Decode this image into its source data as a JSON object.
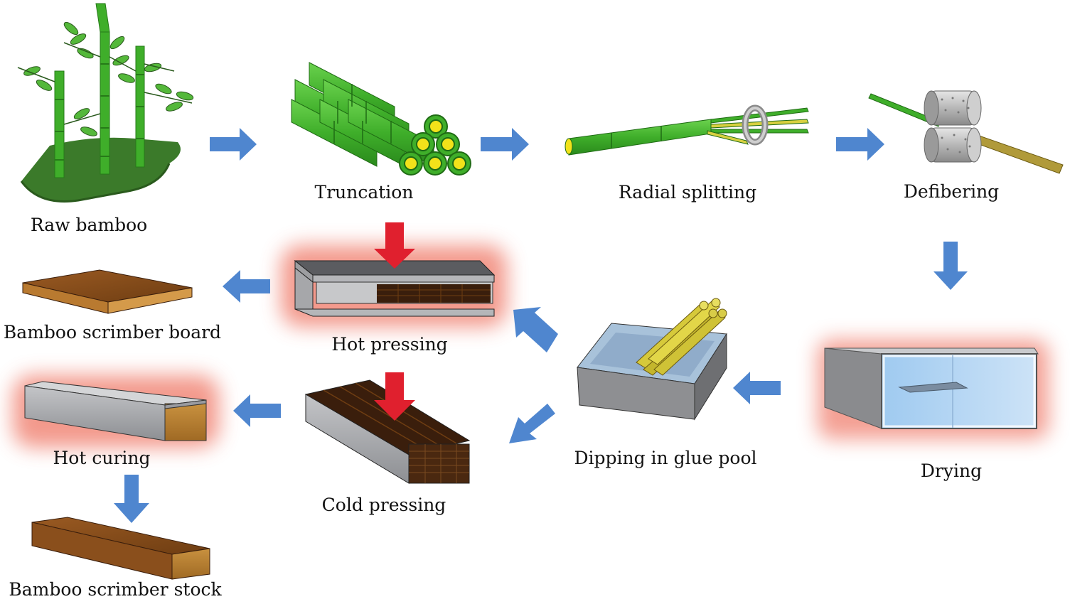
{
  "steps": {
    "raw_bamboo": "Raw bamboo",
    "truncation": "Truncation",
    "radial_splitting": "Radial splitting",
    "defibering": "Defibering",
    "drying": "Drying",
    "dipping": "Dipping in glue pool",
    "hot_pressing": "Hot pressing",
    "cold_pressing": "Cold pressing",
    "hot_curing": "Hot curing",
    "board": "Bamboo scrimber board",
    "stock": "Bamboo scrimber stock"
  },
  "colors": {
    "flow_arrow": "#4f86cf",
    "press_arrow": "#e0202e",
    "heat_glow": "#f08070",
    "bamboo_green": "#3fae2a",
    "bamboo_core": "#f2e21a",
    "wood": "#8a4f1c",
    "steel": "#a9aaad"
  }
}
